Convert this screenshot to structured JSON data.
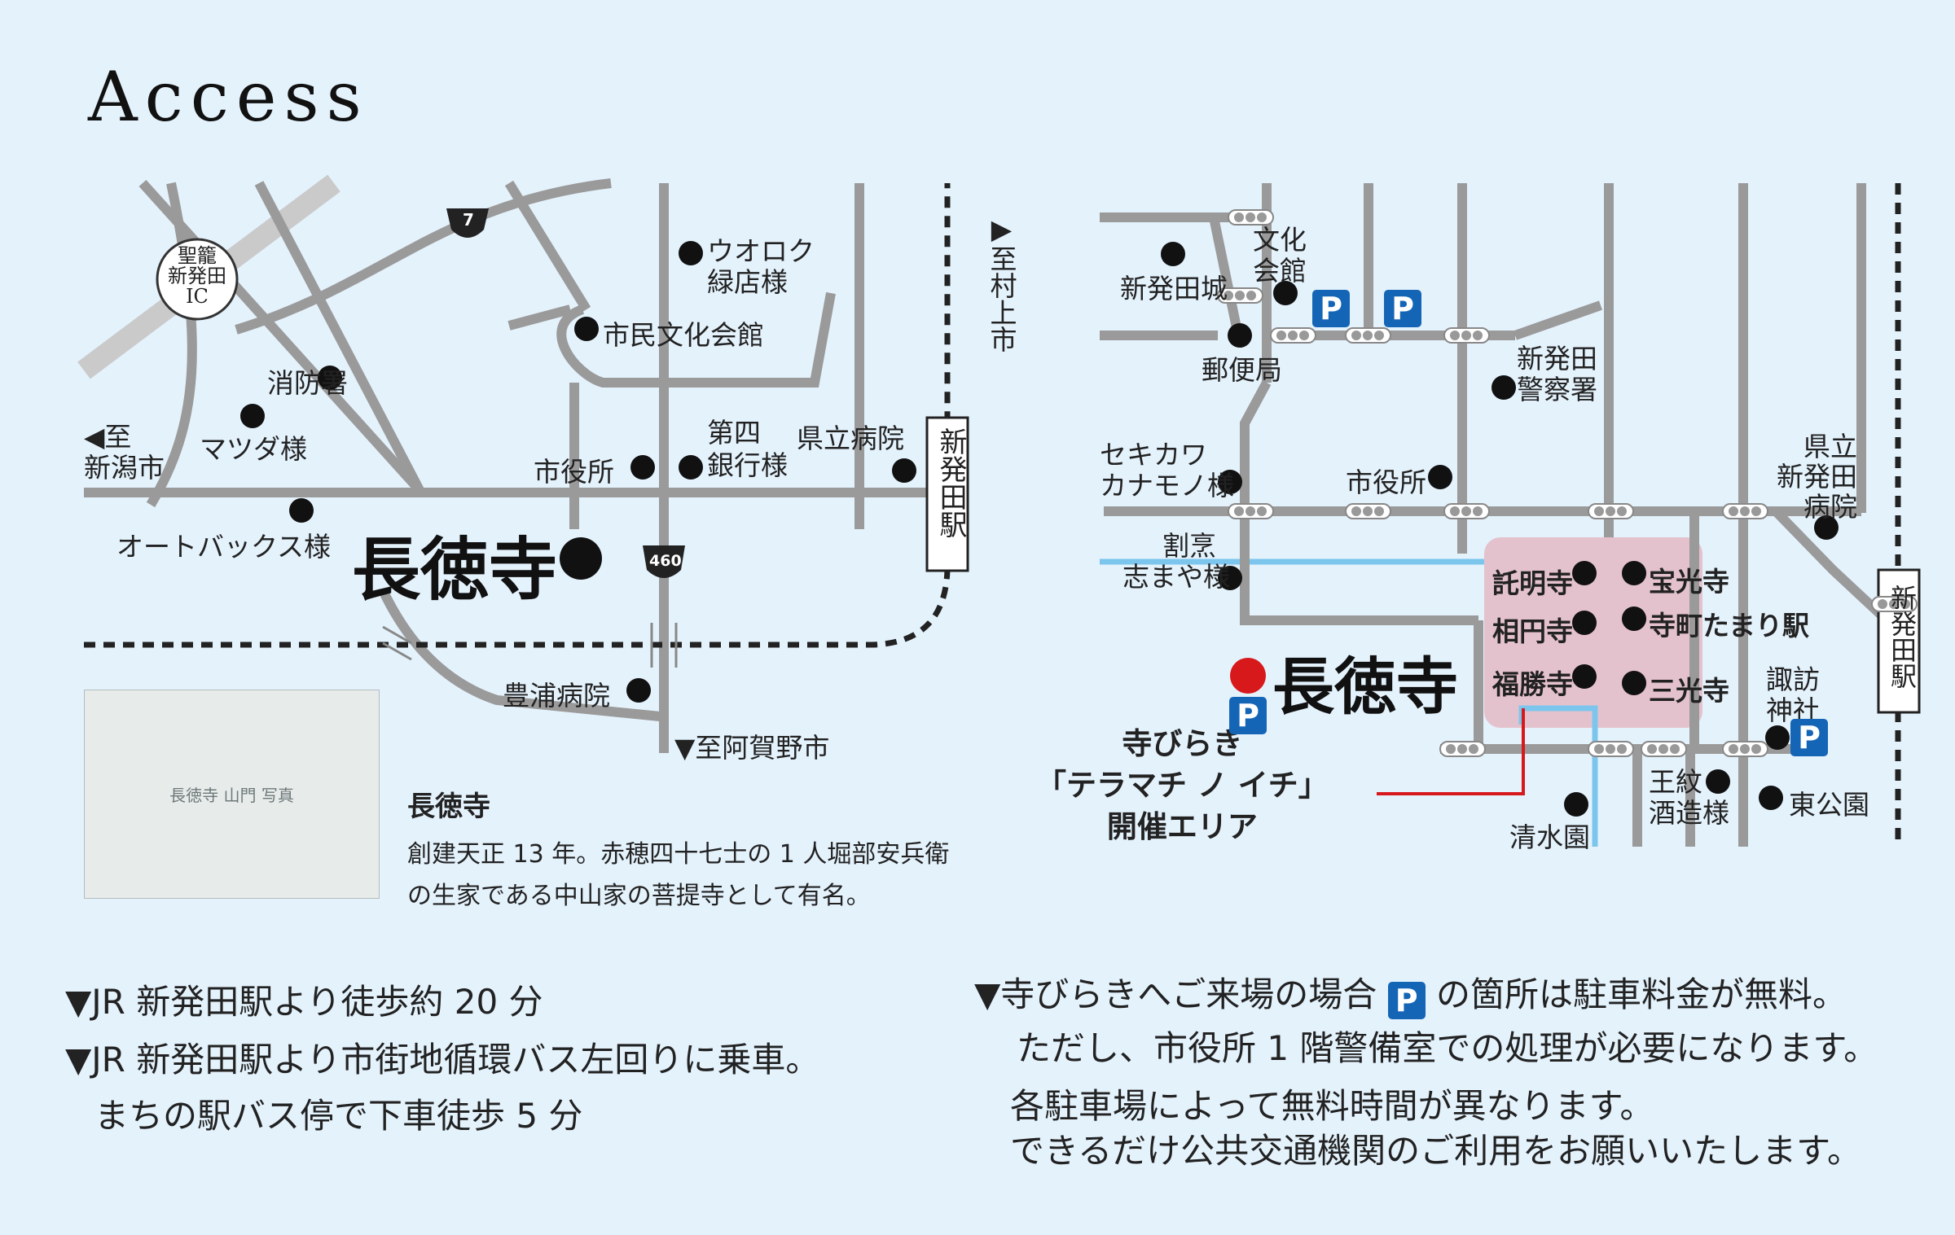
{
  "title": "Access",
  "left_map": {
    "ic_label": "聖籠\n新発田\nIC",
    "route7": "7",
    "route460": "460",
    "to_murakami": "▶至村上市",
    "to_niigata": "◀至\n新潟市",
    "to_agano": "▼至阿賀野市",
    "station": "新発田駅",
    "temple": "長徳寺",
    "places": {
      "uoroku": "ウオロク\n緑店様",
      "bunka": "市民文化会館",
      "fire": "消防署",
      "mazda": "マツダ様",
      "cityhall": "市役所",
      "daishi": "第四\n銀行様",
      "hospital": "県立病院",
      "autobacs": "オートバックス様",
      "toyoura": "豊浦病院"
    }
  },
  "right_map": {
    "temple": "長徳寺",
    "station": "新発田駅",
    "event_label": "寺びらき\n「テラマチ ノ イチ」\n開催エリア",
    "parking": "P",
    "places": {
      "bunka": "文化\n会館",
      "castle": "新発田城",
      "post": "郵便局",
      "police": "新発田\n警察署",
      "sekikawa": "セキカワ\nカナモノ様",
      "cityhall": "市役所",
      "hospital": "県立\n新発田\n病院",
      "kappo": "割烹\n志まや様",
      "takumyo": "託明寺",
      "souen": "相円寺",
      "fukusho": "福勝寺",
      "hoko": "宝光寺",
      "teramachi": "寺町たまり駅",
      "sanko": "三光寺",
      "suwa": "諏訪\n神社",
      "omon": "王紋\n酒造様",
      "higashi": "東公園",
      "shimizu": "清水園"
    }
  },
  "description": {
    "title": "長徳寺",
    "line1": "創建天正 13 年。赤穂四十七士の 1 人堀部安兵衛",
    "line2": "の生家である中山家の菩提寺として有名。"
  },
  "photo_caption": "長徳寺 山門 写真",
  "notes_left": [
    "▼JR 新発田駅より徒歩約 20 分",
    "▼JR 新発田駅より市街地循環バス左回りに乗車。",
    "まちの駅バス停で下車徒歩 5 分"
  ],
  "notes_right": {
    "line1_pre": "▼寺びらきへご来場の場合",
    "line1_badge": "P",
    "line1_post": "の箇所は駐車料金が無料。",
    "line2": "ただし、市役所 1 階警備室での処理が必要になります。",
    "line3": "各駐車場によって無料時間が異なります。",
    "line4": "できるだけ公共交通機関のご利用をお願いいたします。"
  },
  "colors": {
    "background": "#e4f2fc",
    "road": "#9a9a9a",
    "event_area": "#e3bcc8",
    "river": "#7cc6ee",
    "parking": "#1565b7",
    "temple_marker": "#d7191c"
  }
}
